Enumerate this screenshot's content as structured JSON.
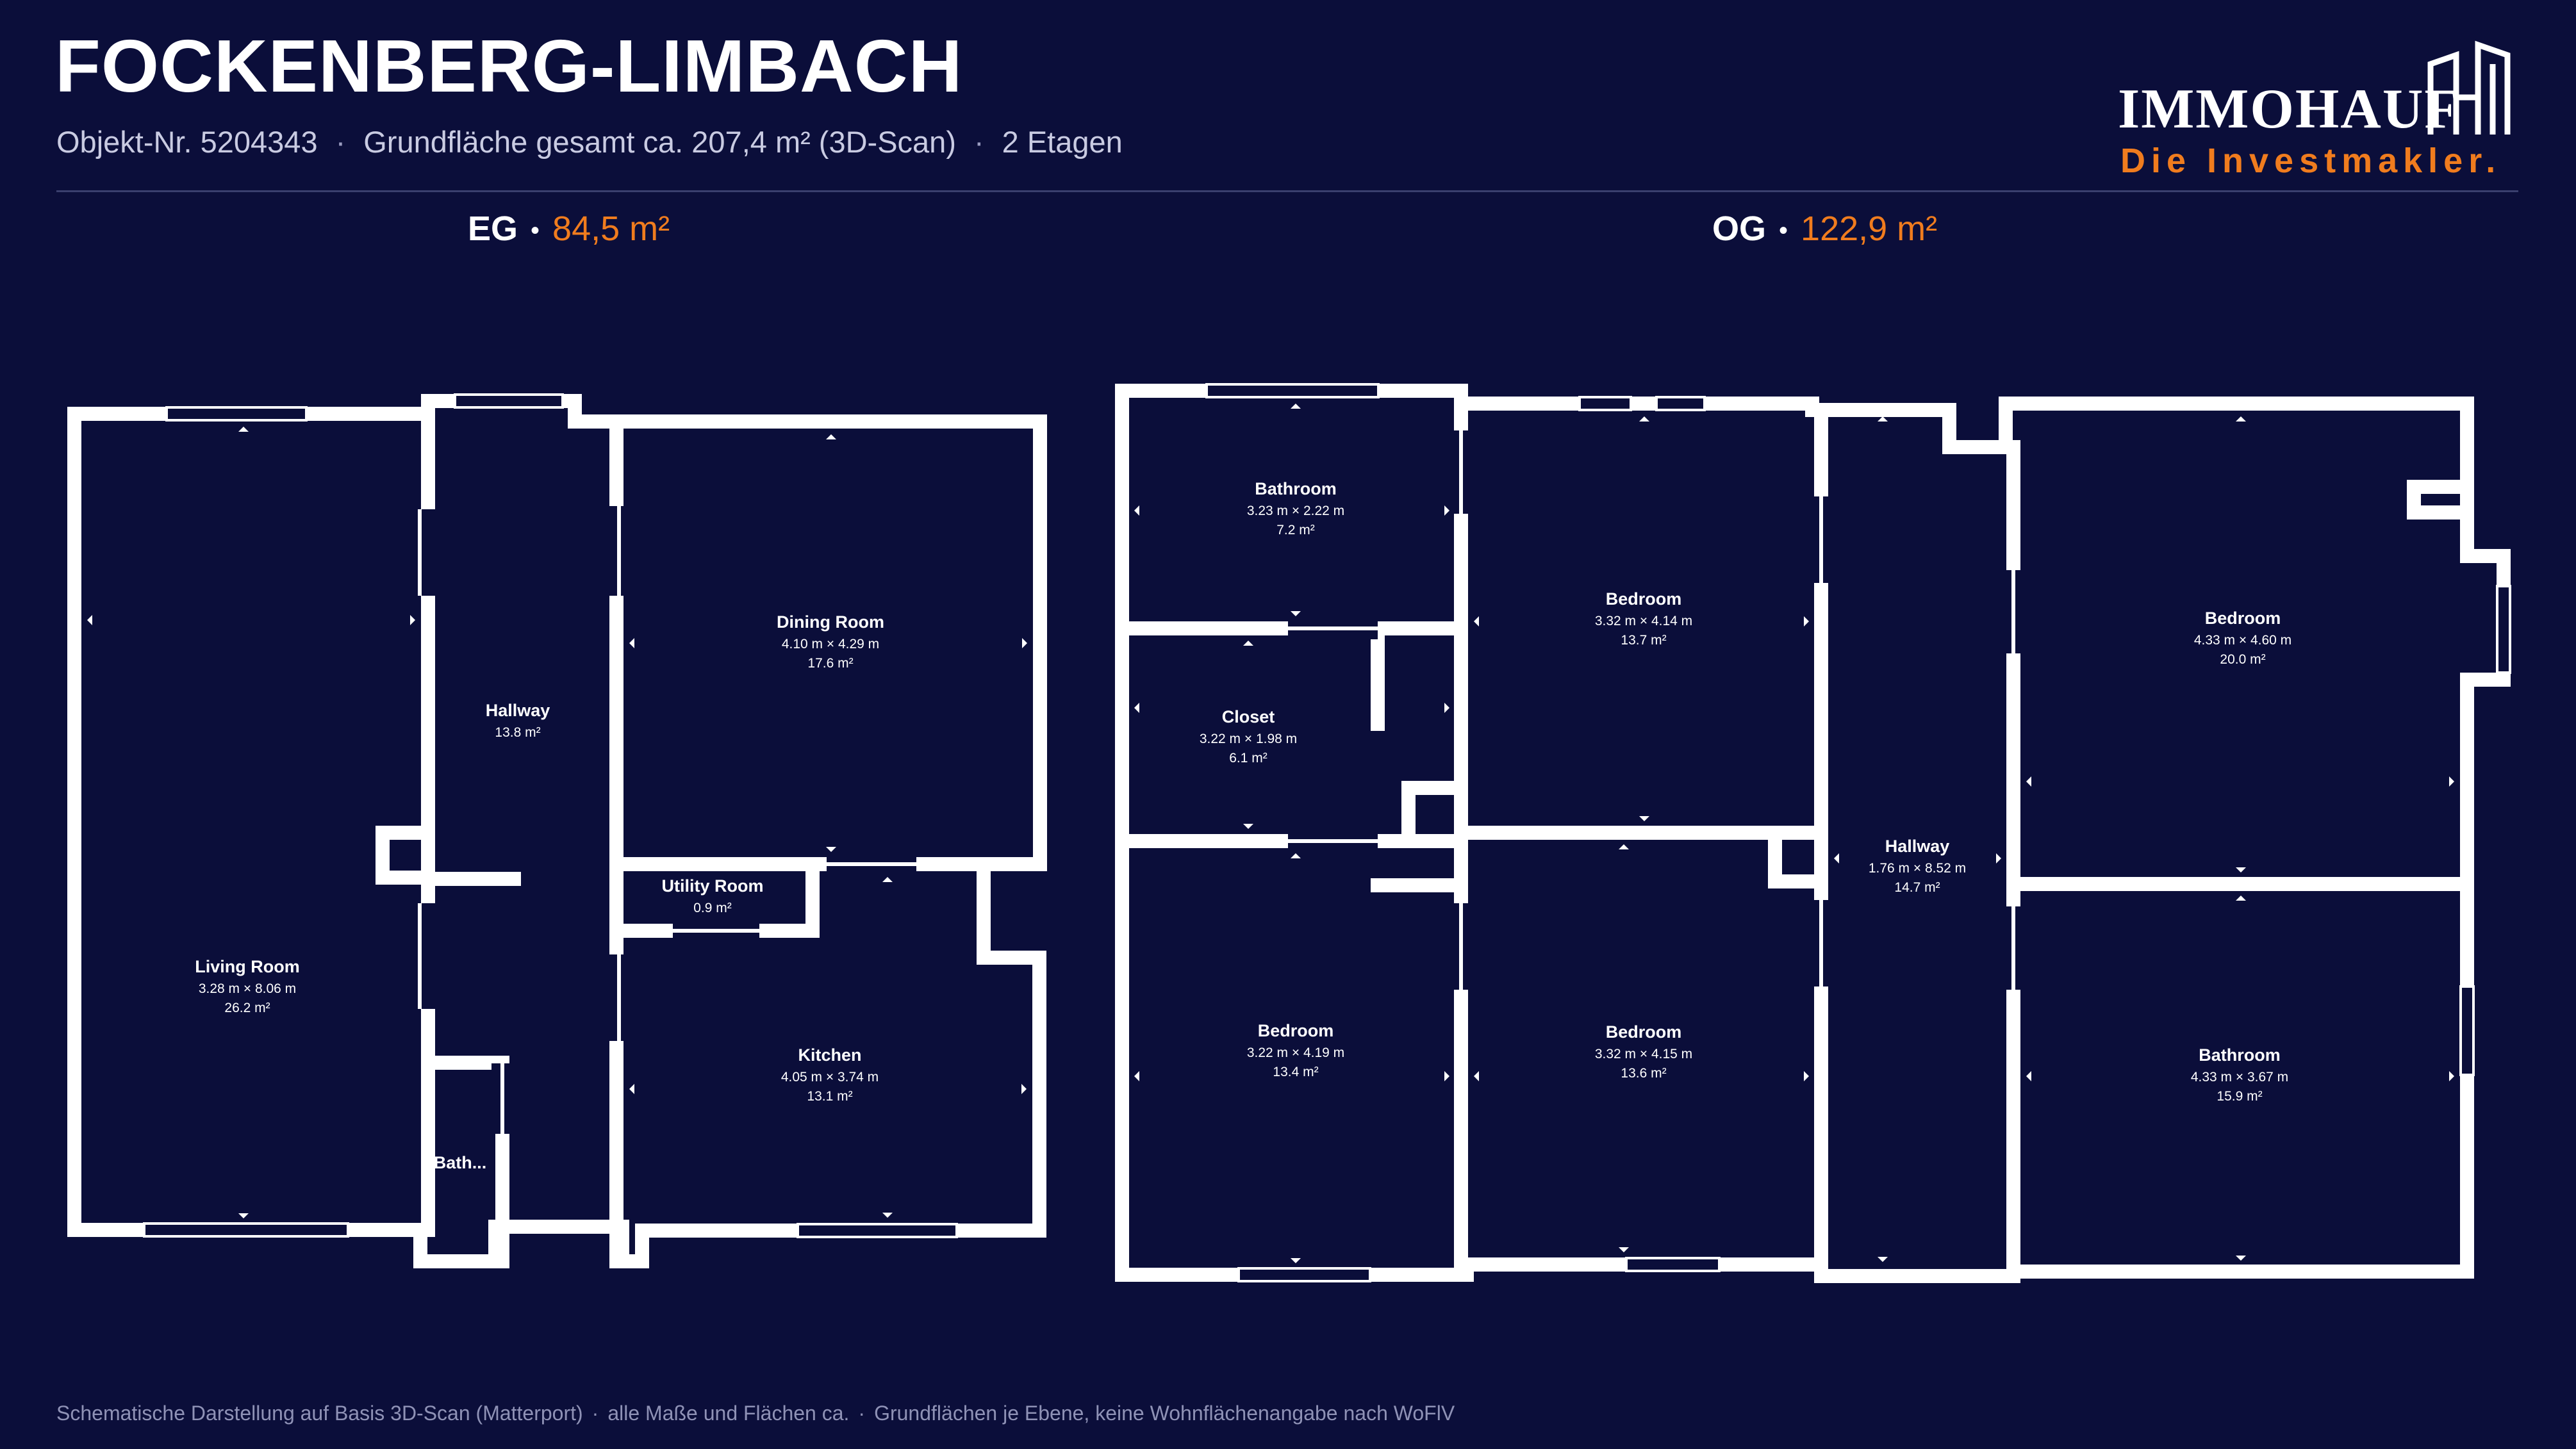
{
  "header": {
    "title": "FOCKENBERG-LIMBACH",
    "object_no": "Objekt-Nr. 5204343",
    "total_area": "Grundfläche gesamt ca. 207,4 m² (3D-Scan)",
    "floors": "2 Etagen",
    "separator": "·"
  },
  "logo": {
    "wordmark": "IMMOHAUF",
    "tagline": "Die Investmakler."
  },
  "floors": {
    "eg": {
      "label": "EG",
      "separator": "•",
      "area": "84,5 m²"
    },
    "og": {
      "label": "OG",
      "separator": "•",
      "area": "122,9 m²"
    }
  },
  "rooms_eg": {
    "living": {
      "name": "Living Room",
      "dims": "3.28 m × 8.06 m",
      "area": "26.2 m²"
    },
    "hallway": {
      "name": "Hallway",
      "area": "13.8 m²"
    },
    "dining": {
      "name": "Dining Room",
      "dims": "4.10 m × 4.29 m",
      "area": "17.6 m²"
    },
    "utility": {
      "name": "Utility Room",
      "area": "0.9 m²"
    },
    "kitchen": {
      "name": "Kitchen",
      "dims": "4.05 m × 3.74 m",
      "area": "13.1 m²"
    },
    "bath": {
      "name": "Bath..."
    }
  },
  "rooms_og": {
    "bathroom1": {
      "name": "Bathroom",
      "dims": "3.23 m × 2.22 m",
      "area": "7.2 m²"
    },
    "closet": {
      "name": "Closet",
      "dims": "3.22 m × 1.98 m",
      "area": "6.1 m²"
    },
    "bedroom1": {
      "name": "Bedroom",
      "dims": "3.22 m × 4.19 m",
      "area": "13.4 m²"
    },
    "bedroom2": {
      "name": "Bedroom",
      "dims": "3.32 m × 4.14 m",
      "area": "13.7 m²"
    },
    "bedroom3": {
      "name": "Bedroom",
      "dims": "3.32 m × 4.15 m",
      "area": "13.6 m²"
    },
    "hallway": {
      "name": "Hallway",
      "dims": "1.76 m × 8.52 m",
      "area": "14.7 m²"
    },
    "bedroom4": {
      "name": "Bedroom",
      "dims": "4.33 m × 4.60 m",
      "area": "20.0 m²"
    },
    "bathroom2": {
      "name": "Bathroom",
      "dims": "4.33 m × 3.67 m",
      "area": "15.9 m²"
    }
  },
  "footer": {
    "note1": "Schematische Darstellung auf Basis 3D-Scan (Matterport)",
    "note2": "alle Maße und Flächen ca.",
    "note3": "Grundflächen je Ebene, keine Wohnflächenangabe nach WoFlV",
    "separator": "·"
  }
}
